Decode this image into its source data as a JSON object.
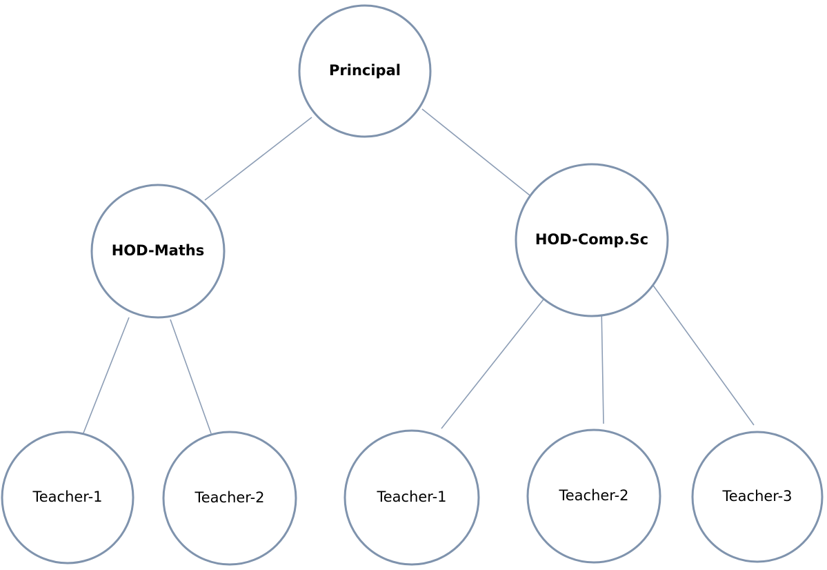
{
  "nodes": {
    "principal": {
      "label": "Principal"
    },
    "hod_maths": {
      "label": "HOD-Maths"
    },
    "hod_compsc": {
      "label": "HOD-Comp.Sc"
    },
    "maths_teacher_1": {
      "label": "Teacher-1"
    },
    "maths_teacher_2": {
      "label": "Teacher-2"
    },
    "compsc_teacher_1": {
      "label": "Teacher-1"
    },
    "compsc_teacher_2": {
      "label": "Teacher-2"
    },
    "compsc_teacher_3": {
      "label": "Teacher-3"
    }
  },
  "edges": [
    {
      "from": "principal",
      "to": "hod_maths"
    },
    {
      "from": "principal",
      "to": "hod_compsc"
    },
    {
      "from": "hod_maths",
      "to": "maths_teacher_1"
    },
    {
      "from": "hod_maths",
      "to": "maths_teacher_2"
    },
    {
      "from": "hod_compsc",
      "to": "compsc_teacher_1"
    },
    {
      "from": "hod_compsc",
      "to": "compsc_teacher_2"
    },
    {
      "from": "hod_compsc",
      "to": "compsc_teacher_3"
    }
  ]
}
